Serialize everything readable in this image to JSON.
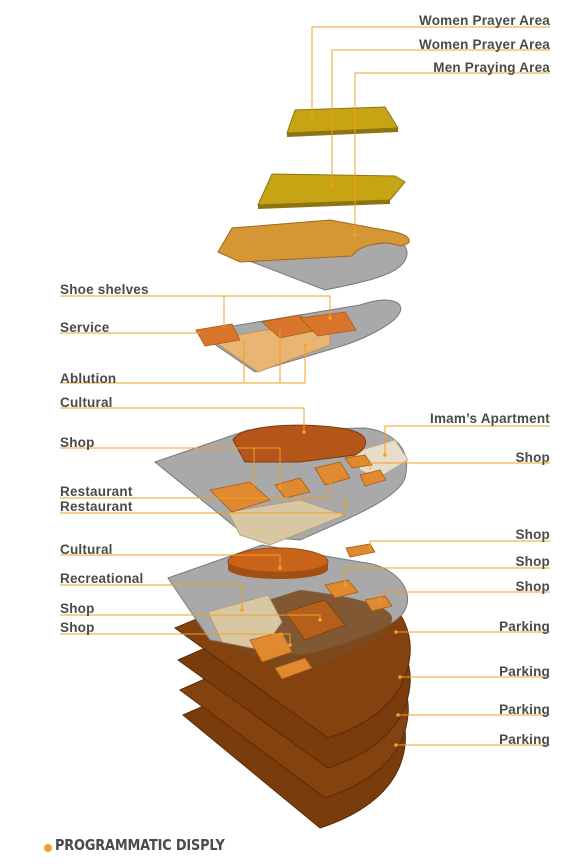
{
  "labels": {
    "women_prayer_area_1": "Women Prayer Area",
    "women_prayer_area_2": "Women Prayer Area",
    "men_praying_area": "Men Praying Area",
    "shoe_shelves": "Shoe shelves",
    "service": "Service",
    "ablution": "Ablution",
    "cultural_1": "Cultural",
    "imams_apartment": "Imam’s Apartment",
    "shop_1": "Shop",
    "shop_2": "Shop",
    "restaurant_1": "Restaurant",
    "restaurant_2": "Restaurant",
    "shop_3": "Shop",
    "cultural_2": "Cultural",
    "shop_4": "Shop",
    "recreational": "Recreational",
    "shop_5": "Shop",
    "shop_6": "Shop",
    "shop_7": "Shop",
    "parking_1": "Parking",
    "parking_2": "Parking",
    "parking_3": "Parking",
    "parking_4": "Parking"
  },
  "footer": {
    "title": "PROGRAMMATIC DISPLY"
  },
  "colors": {
    "leader": "#f0a02a",
    "label_text": "#4a4a4a",
    "gray_slab": "#a9a9a9",
    "parking_brown": "#7a3c0c",
    "olive_gold": "#c7a414",
    "orange_block": "#e0892e",
    "dark_orange": "#c45d12"
  }
}
